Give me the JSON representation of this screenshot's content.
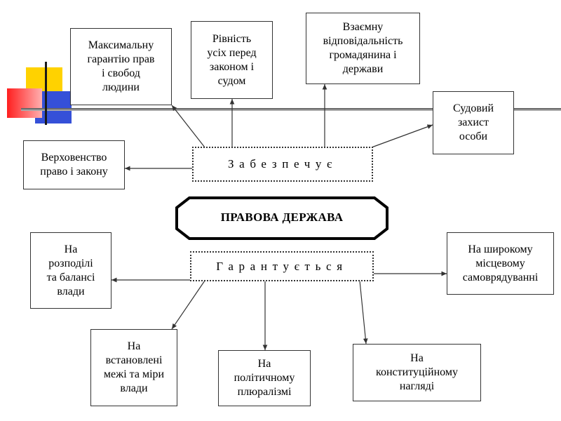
{
  "center": {
    "title": "ПРАВОВА ДЕРЖАВА"
  },
  "provides": {
    "label": "Забезпечує"
  },
  "guaranteed": {
    "label": "Гарантується"
  },
  "top_boxes": [
    {
      "lines": [
        "Максимальну",
        "гарантію прав",
        "і свобод",
        "людини"
      ]
    },
    {
      "lines": [
        "Рівність",
        "усіх перед",
        "законом і",
        "судом"
      ]
    },
    {
      "lines": [
        "Взаємну",
        "відповідальність",
        "громадянина і",
        "держави"
      ]
    },
    {
      "lines": [
        "Судовий",
        "захист",
        "особи"
      ]
    },
    {
      "lines": [
        "Верховенство",
        "право і закону"
      ]
    }
  ],
  "bottom_boxes": [
    {
      "lines": [
        "На",
        "розподілі",
        "та балансі",
        "влади"
      ]
    },
    {
      "lines": [
        "На",
        "встановлені",
        "межі та міри",
        "влади"
      ]
    },
    {
      "lines": [
        "На",
        "політичному",
        "плюралізмі"
      ]
    },
    {
      "lines": [
        "На",
        "конституційному",
        "нагляді"
      ]
    },
    {
      "lines": [
        "На широкому",
        "місцевому",
        "самоврядуванні"
      ]
    }
  ],
  "colors": {
    "accent_yellow": "#ffd200",
    "accent_red": "#ff2d2d",
    "accent_blue": "#2b4bd6",
    "line": "#333333"
  }
}
